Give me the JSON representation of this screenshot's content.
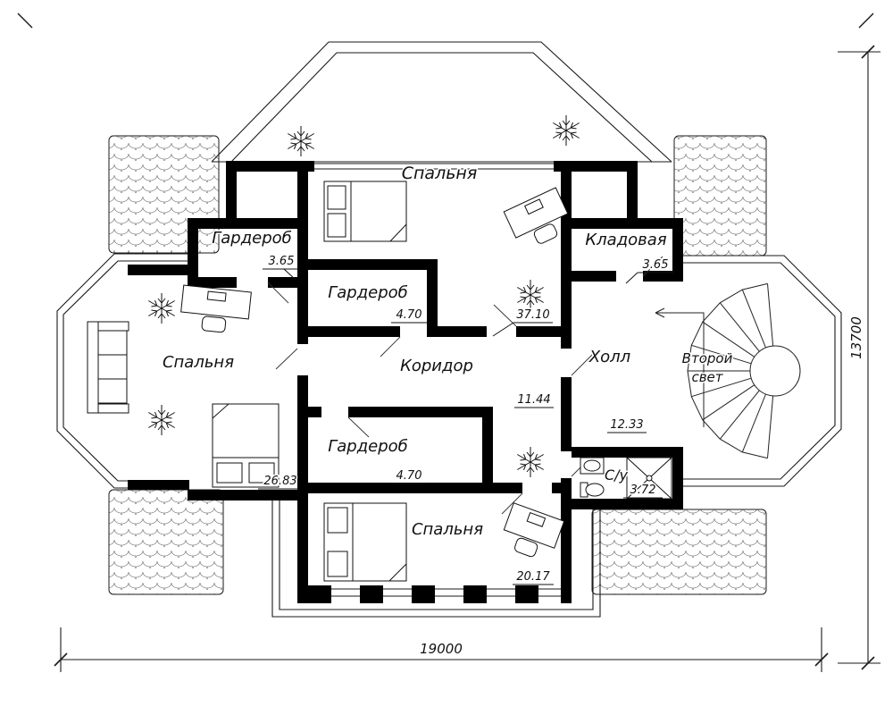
{
  "plan": {
    "rooms": {
      "bedroom_top": {
        "label": "Спальня",
        "area": "37.10"
      },
      "wardrobe_top": {
        "label": "Гардероб",
        "area": "3.65"
      },
      "wardrobe_mid": {
        "label": "Гардероб",
        "area": "4.70"
      },
      "storage": {
        "label": "Кладовая",
        "area": "3.65"
      },
      "bedroom_left": {
        "label": "Спальня",
        "area": "26.83"
      },
      "corridor": {
        "label": "Коридор",
        "area": "11.44"
      },
      "hall": {
        "label": "Холл",
        "area": "12.33"
      },
      "second_light": {
        "label_line1": "Второй",
        "label_line2": "свет"
      },
      "wardrobe_bottom": {
        "label": "Гардероб",
        "area": "4.70"
      },
      "bathroom": {
        "label": "С/у",
        "area": "3.72"
      },
      "bedroom_bottom": {
        "label": "Спальня",
        "area": "20.17"
      }
    },
    "dimensions": {
      "width_label": "19000",
      "height_label": "13700"
    }
  }
}
